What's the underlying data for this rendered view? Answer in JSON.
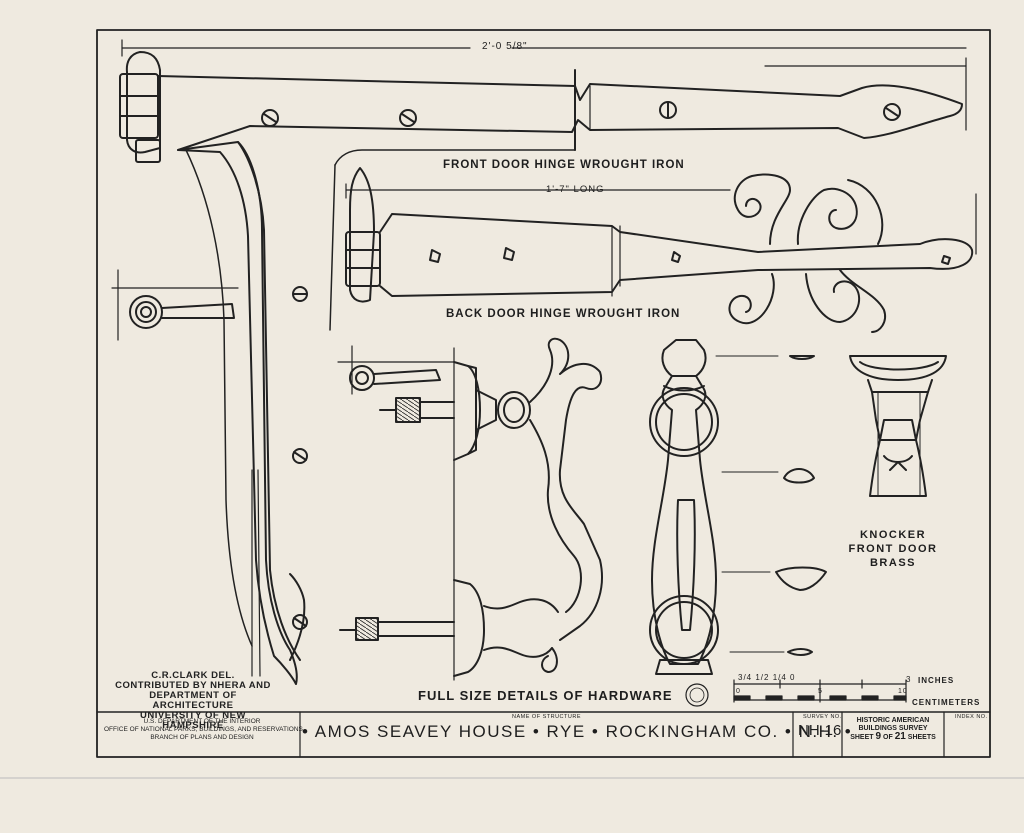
{
  "drawing": {
    "dimension_overall": "2'-0 5/8\"",
    "dimension_back": "1'-7\" LONG",
    "front_hinge_label": "FRONT DOOR HINGE WROUGHT IRON",
    "back_hinge_label": "BACK DOOR HINGE WROUGHT IRON",
    "knocker_label": [
      "KNOCKER",
      "FRONT DOOR",
      "BRASS"
    ],
    "details_title": "FULL SIZE DETAILS OF HARDWARE",
    "credit_lines": [
      "C.R.CLARK DEL.",
      "CONTRIBUTED BY NHERA AND",
      "DEPARTMENT OF ARCHITECTURE",
      "UNIVERSITY OF NEW HAMPSHIRE"
    ],
    "scale": {
      "inch_ticks": "3/4 1/2 1/4 0",
      "inches_end": "3",
      "inches_label": "INCHES",
      "cm_ticks": [
        "0",
        "5",
        "10"
      ],
      "cm_label": "CENTIMETERS"
    }
  },
  "title_block": {
    "agency_lines": [
      "U.S. DEPARTMENT OF THE INTERIOR",
      "OFFICE OF NATIONAL PARKS, BUILDINGS, AND RESERVATIONS",
      "BRANCH OF PLANS AND DESIGN"
    ],
    "structure_caption": "NAME OF STRUCTURE",
    "structure_name": "• AMOS SEAVEY HOUSE • RYE • ROCKINGHAM CO. • N.H. •",
    "survey_caption": "SURVEY NO.",
    "survey_no": "NH-16",
    "habs_line1": "HISTORIC AMERICAN",
    "habs_line2": "BUILDINGS SURVEY",
    "sheet_prefix": "SHEET",
    "sheet_no": "9",
    "sheet_of": "OF",
    "sheet_total": "21",
    "sheet_suffix": "SHEETS",
    "index_caption": "INDEX NO."
  }
}
